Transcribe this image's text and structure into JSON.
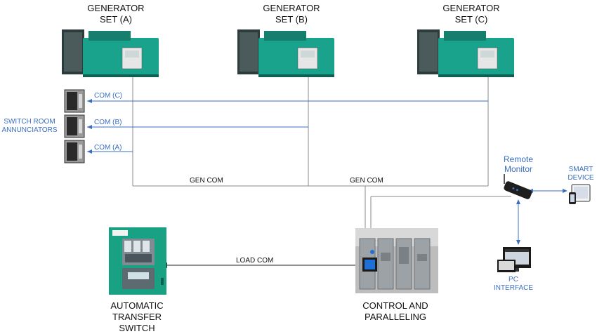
{
  "generators": [
    {
      "line1": "GENERATOR",
      "line2": "SET (A)"
    },
    {
      "line1": "GENERATOR",
      "line2": "SET (B)"
    },
    {
      "line1": "GENERATOR",
      "line2": "SET (C)"
    }
  ],
  "annunciators": {
    "line1": "SWITCH ROOM",
    "line2": "ANNUNCIATORS",
    "links": [
      "COM (C)",
      "COM (B)",
      "COM (A)"
    ]
  },
  "bus_labels": {
    "gen_com_left": "GEN COM",
    "gen_com_right": "GEN COM",
    "load_com": "LOAD COM"
  },
  "remote_monitor": {
    "line1": "Remote",
    "line2": "Monitor"
  },
  "smart_device": {
    "line1": "SMART",
    "line2": "DEVICE"
  },
  "pc_interface": {
    "line1": "PC",
    "line2": "INTERFACE"
  },
  "ats": {
    "line1": "AUTOMATIC",
    "line2": "TRANSFER",
    "line3": "SWITCH"
  },
  "control": {
    "line1": "CONTROL AND",
    "line2": "PARALLELING"
  },
  "colors": {
    "accent_blue": "#3a6fc0",
    "generator_teal": "#1aa38c",
    "ats_teal": "#19a184"
  }
}
